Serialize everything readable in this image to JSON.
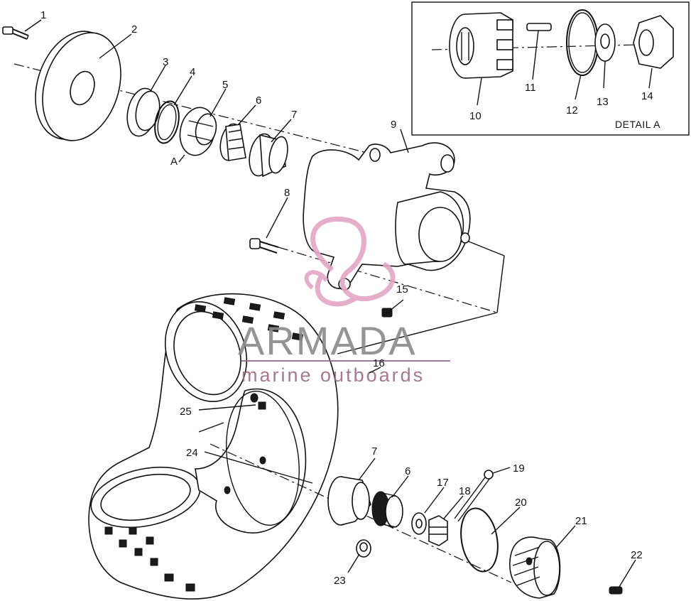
{
  "diagram": {
    "callouts": [
      {
        "id": "c1",
        "text": "1"
      },
      {
        "id": "c2",
        "text": "2"
      },
      {
        "id": "c3",
        "text": "3"
      },
      {
        "id": "c4",
        "text": "4"
      },
      {
        "id": "c5",
        "text": "5"
      },
      {
        "id": "cA",
        "text": "A"
      },
      {
        "id": "c6a",
        "text": "6"
      },
      {
        "id": "c7a",
        "text": "7"
      },
      {
        "id": "c8",
        "text": "8"
      },
      {
        "id": "c9",
        "text": "9"
      },
      {
        "id": "c10",
        "text": "10"
      },
      {
        "id": "c11",
        "text": "11"
      },
      {
        "id": "c12",
        "text": "12"
      },
      {
        "id": "c13",
        "text": "13"
      },
      {
        "id": "c14",
        "text": "14"
      },
      {
        "id": "c15",
        "text": "15"
      },
      {
        "id": "c16",
        "text": "16"
      },
      {
        "id": "c17",
        "text": "17"
      },
      {
        "id": "c18",
        "text": "18"
      },
      {
        "id": "c19",
        "text": "19"
      },
      {
        "id": "c20",
        "text": "20"
      },
      {
        "id": "c21",
        "text": "21"
      },
      {
        "id": "c22",
        "text": "22"
      },
      {
        "id": "c23",
        "text": "23"
      },
      {
        "id": "c24",
        "text": "24"
      },
      {
        "id": "c25",
        "text": "25"
      },
      {
        "id": "c6b",
        "text": "6"
      },
      {
        "id": "c7b",
        "text": "7"
      }
    ],
    "detail_label": "DETAIL A"
  },
  "watermark": {
    "brand": "ARMADA",
    "tagline": "marine outboards",
    "logo_color": "#e3a6c6",
    "tagline_color": "#9a6a86",
    "brand_color": "#8a8a8a"
  }
}
